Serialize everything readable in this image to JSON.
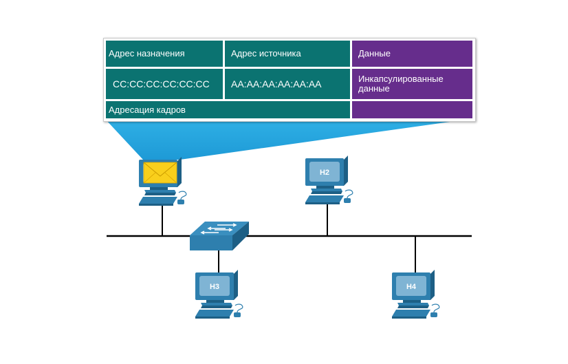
{
  "frame_table": {
    "headers": {
      "destination": "Адрес назначения",
      "source": "Адрес источника",
      "data": "Данные"
    },
    "values": {
      "destination": "CC:CC:CC:CC:CC:CC",
      "source": "AA:AA:AA:AA:AA:AA",
      "data": "Инкапсулированные данные"
    },
    "footer": {
      "addressing": "Адресация кадров",
      "data": ""
    }
  },
  "colors": {
    "address_fields": "#0b7371",
    "data_field": "#662d8c",
    "callout": "#29a9e0",
    "device": "#2a6f97",
    "envelope": "#f6c90e"
  },
  "devices": {
    "sender": {
      "label": "",
      "icon": "envelope-icon"
    },
    "h2": {
      "label": "H2"
    },
    "h3": {
      "label": "H3"
    },
    "h4": {
      "label": "H4"
    },
    "switch": {
      "label": ""
    }
  }
}
